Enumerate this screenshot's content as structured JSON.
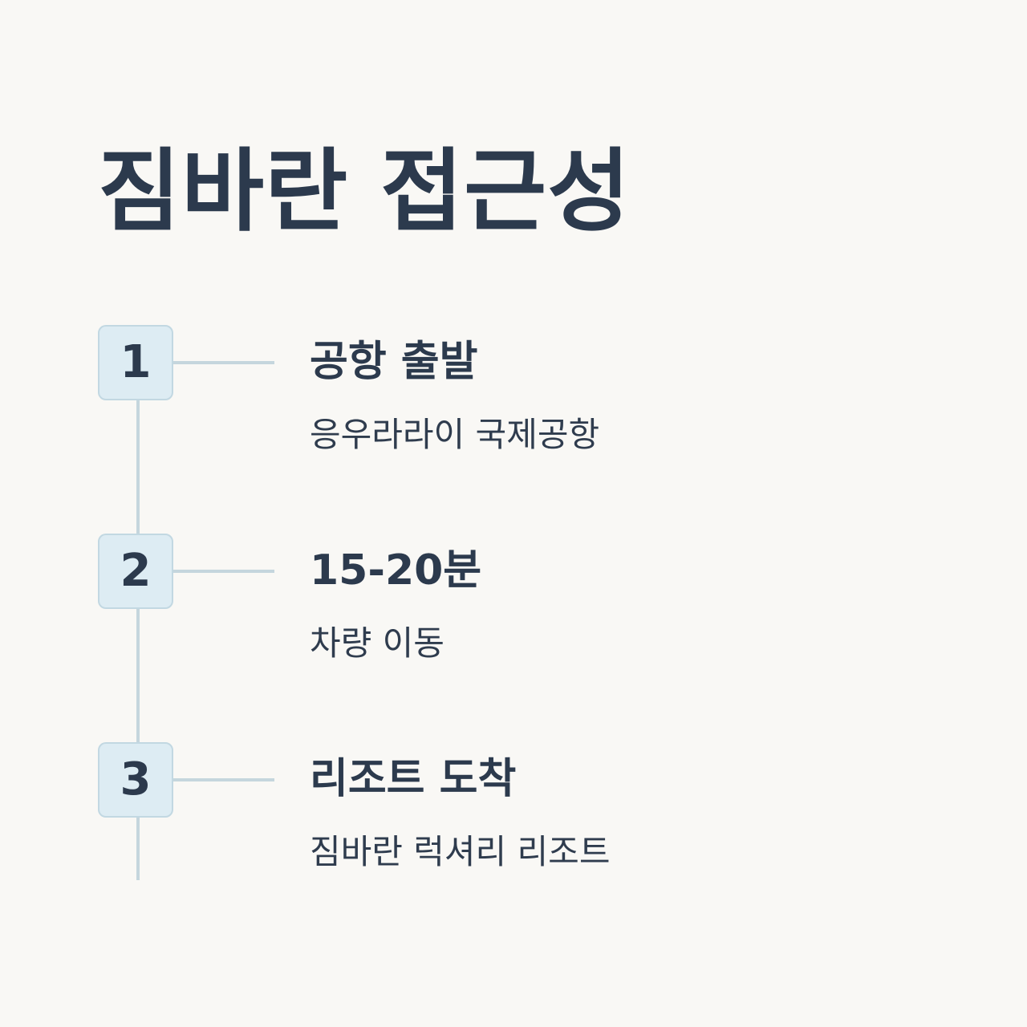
{
  "title": "짐바란 접근성",
  "steps": [
    {
      "number": "1",
      "title": "공항 출발",
      "description": "응우라라이 국제공항"
    },
    {
      "number": "2",
      "title": "15-20분",
      "description": "차량 이동"
    },
    {
      "number": "3",
      "title": "리조트 도착",
      "description": "짐바란 럭셔리 리조트"
    }
  ],
  "colors": {
    "background": "#f9f8f5",
    "text": "#2c3a4d",
    "badge_fill": "#ddecf3",
    "badge_border": "#c2d8e2",
    "line": "#c5d6dd"
  }
}
